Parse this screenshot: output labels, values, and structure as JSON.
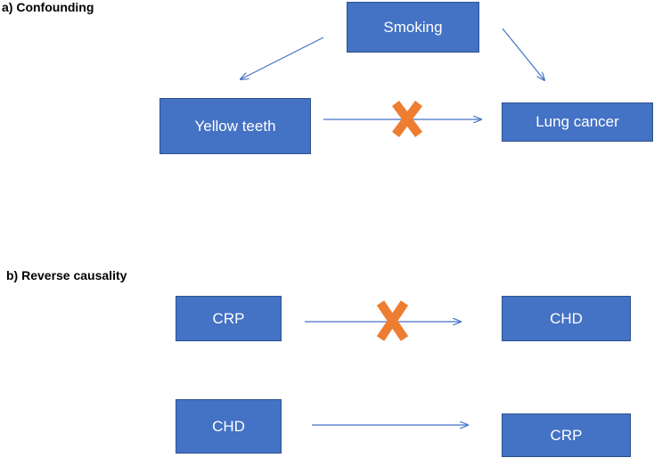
{
  "colors": {
    "node_fill": "#4472c4",
    "node_border": "#2f528f",
    "node_text": "#ffffff",
    "arrow": "#4472c4",
    "cross": "#ed7d31"
  },
  "sections": {
    "confounding": {
      "title": "a) Confounding",
      "nodes": {
        "smoking": "Smoking",
        "yellow_teeth": "Yellow teeth",
        "lung_cancer": "Lung cancer"
      }
    },
    "reverse_causality": {
      "title": "b) Reverse causality",
      "rows": [
        {
          "cause": "CRP",
          "effect": "CHD",
          "blocked": true
        },
        {
          "cause": "CHD",
          "effect": "CRP",
          "blocked": false
        }
      ]
    }
  },
  "edges": [
    {
      "from": "Smoking",
      "to": "Yellow teeth",
      "blocked": false
    },
    {
      "from": "Smoking",
      "to": "Lung cancer",
      "blocked": false
    },
    {
      "from": "Yellow teeth",
      "to": "Lung cancer",
      "blocked": true
    },
    {
      "from": "CRP",
      "to": "CHD",
      "blocked": true
    },
    {
      "from": "CHD",
      "to": "CRP",
      "blocked": false
    }
  ]
}
